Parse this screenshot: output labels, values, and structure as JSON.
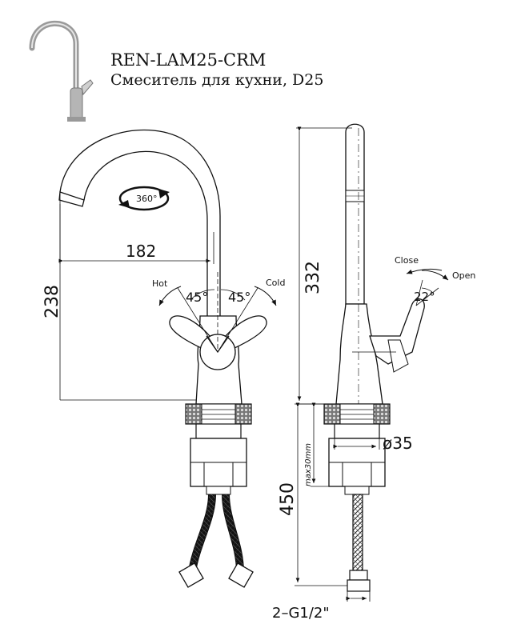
{
  "header": {
    "model": "REN-LAM25-CRM",
    "description": "Смеситель для кухни, D25"
  },
  "front_view": {
    "rotation_label": "360°",
    "spout_reach": "182",
    "height_to_spout": "238",
    "hot_label": "Hot",
    "cold_label": "Cold",
    "hot_angle": "45°",
    "cold_angle": "45°"
  },
  "side_view": {
    "total_height": "332",
    "close_label": "Close",
    "open_label": "Open",
    "lever_angle": "22°",
    "mount_diameter": "ø35",
    "max_thickness": "max30mm",
    "hose_length": "450",
    "connection": "2–G1/2\""
  }
}
